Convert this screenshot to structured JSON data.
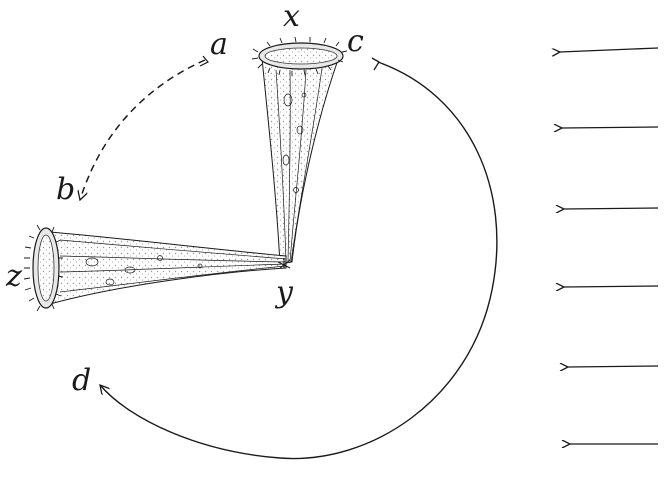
{
  "labels": {
    "a": "a",
    "b": "b",
    "c": "c",
    "d": "d",
    "x": "x",
    "y": "y",
    "z": "z"
  },
  "arrows": {
    "count": 6,
    "direction": "left"
  },
  "colors": {
    "ink": "#1a1a1a",
    "body_shade": "#d9d9d9",
    "background": "#ffffff"
  }
}
